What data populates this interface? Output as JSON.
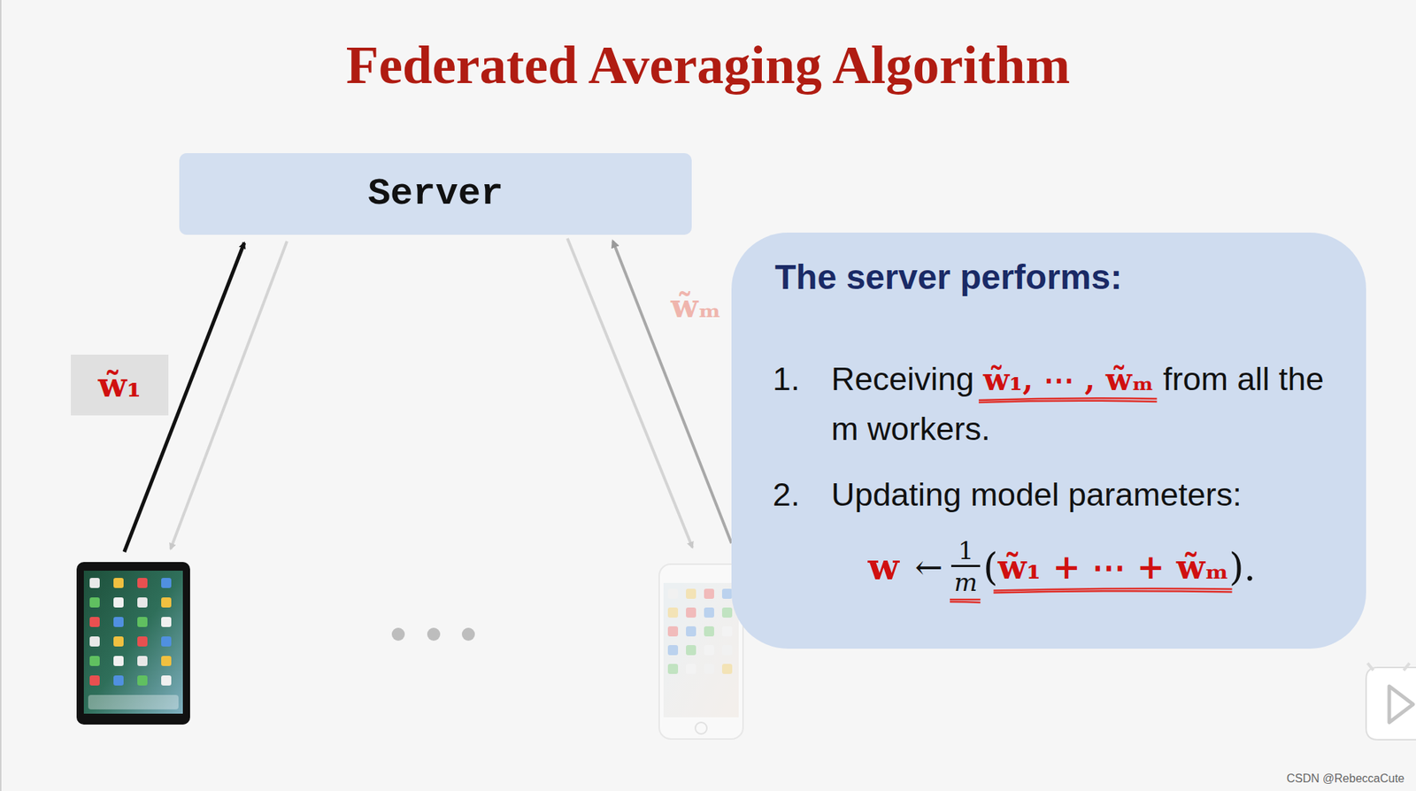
{
  "diagram": {
    "title": "Federated Averaging Algorithm",
    "nodes": [
      {
        "text": [
          "Server"
        ]
      },
      {
        "text": [
          "w̃₁"
        ]
      },
      {
        "text": [
          "The server performs:",
          "1.",
          "Receiving",
          "w̃₁, ⋯ , w̃ₘ",
          "from all the m workers.",
          "2.",
          "Updating model parameters:",
          "w",
          "←",
          "1",
          "m",
          "(",
          "w̃₁ + ⋯ + w̃ₘ",
          ")."
        ]
      }
    ],
    "labels": [
      "w̃ₘ",
      "CSDN @RebeccaCute"
    ]
  }
}
